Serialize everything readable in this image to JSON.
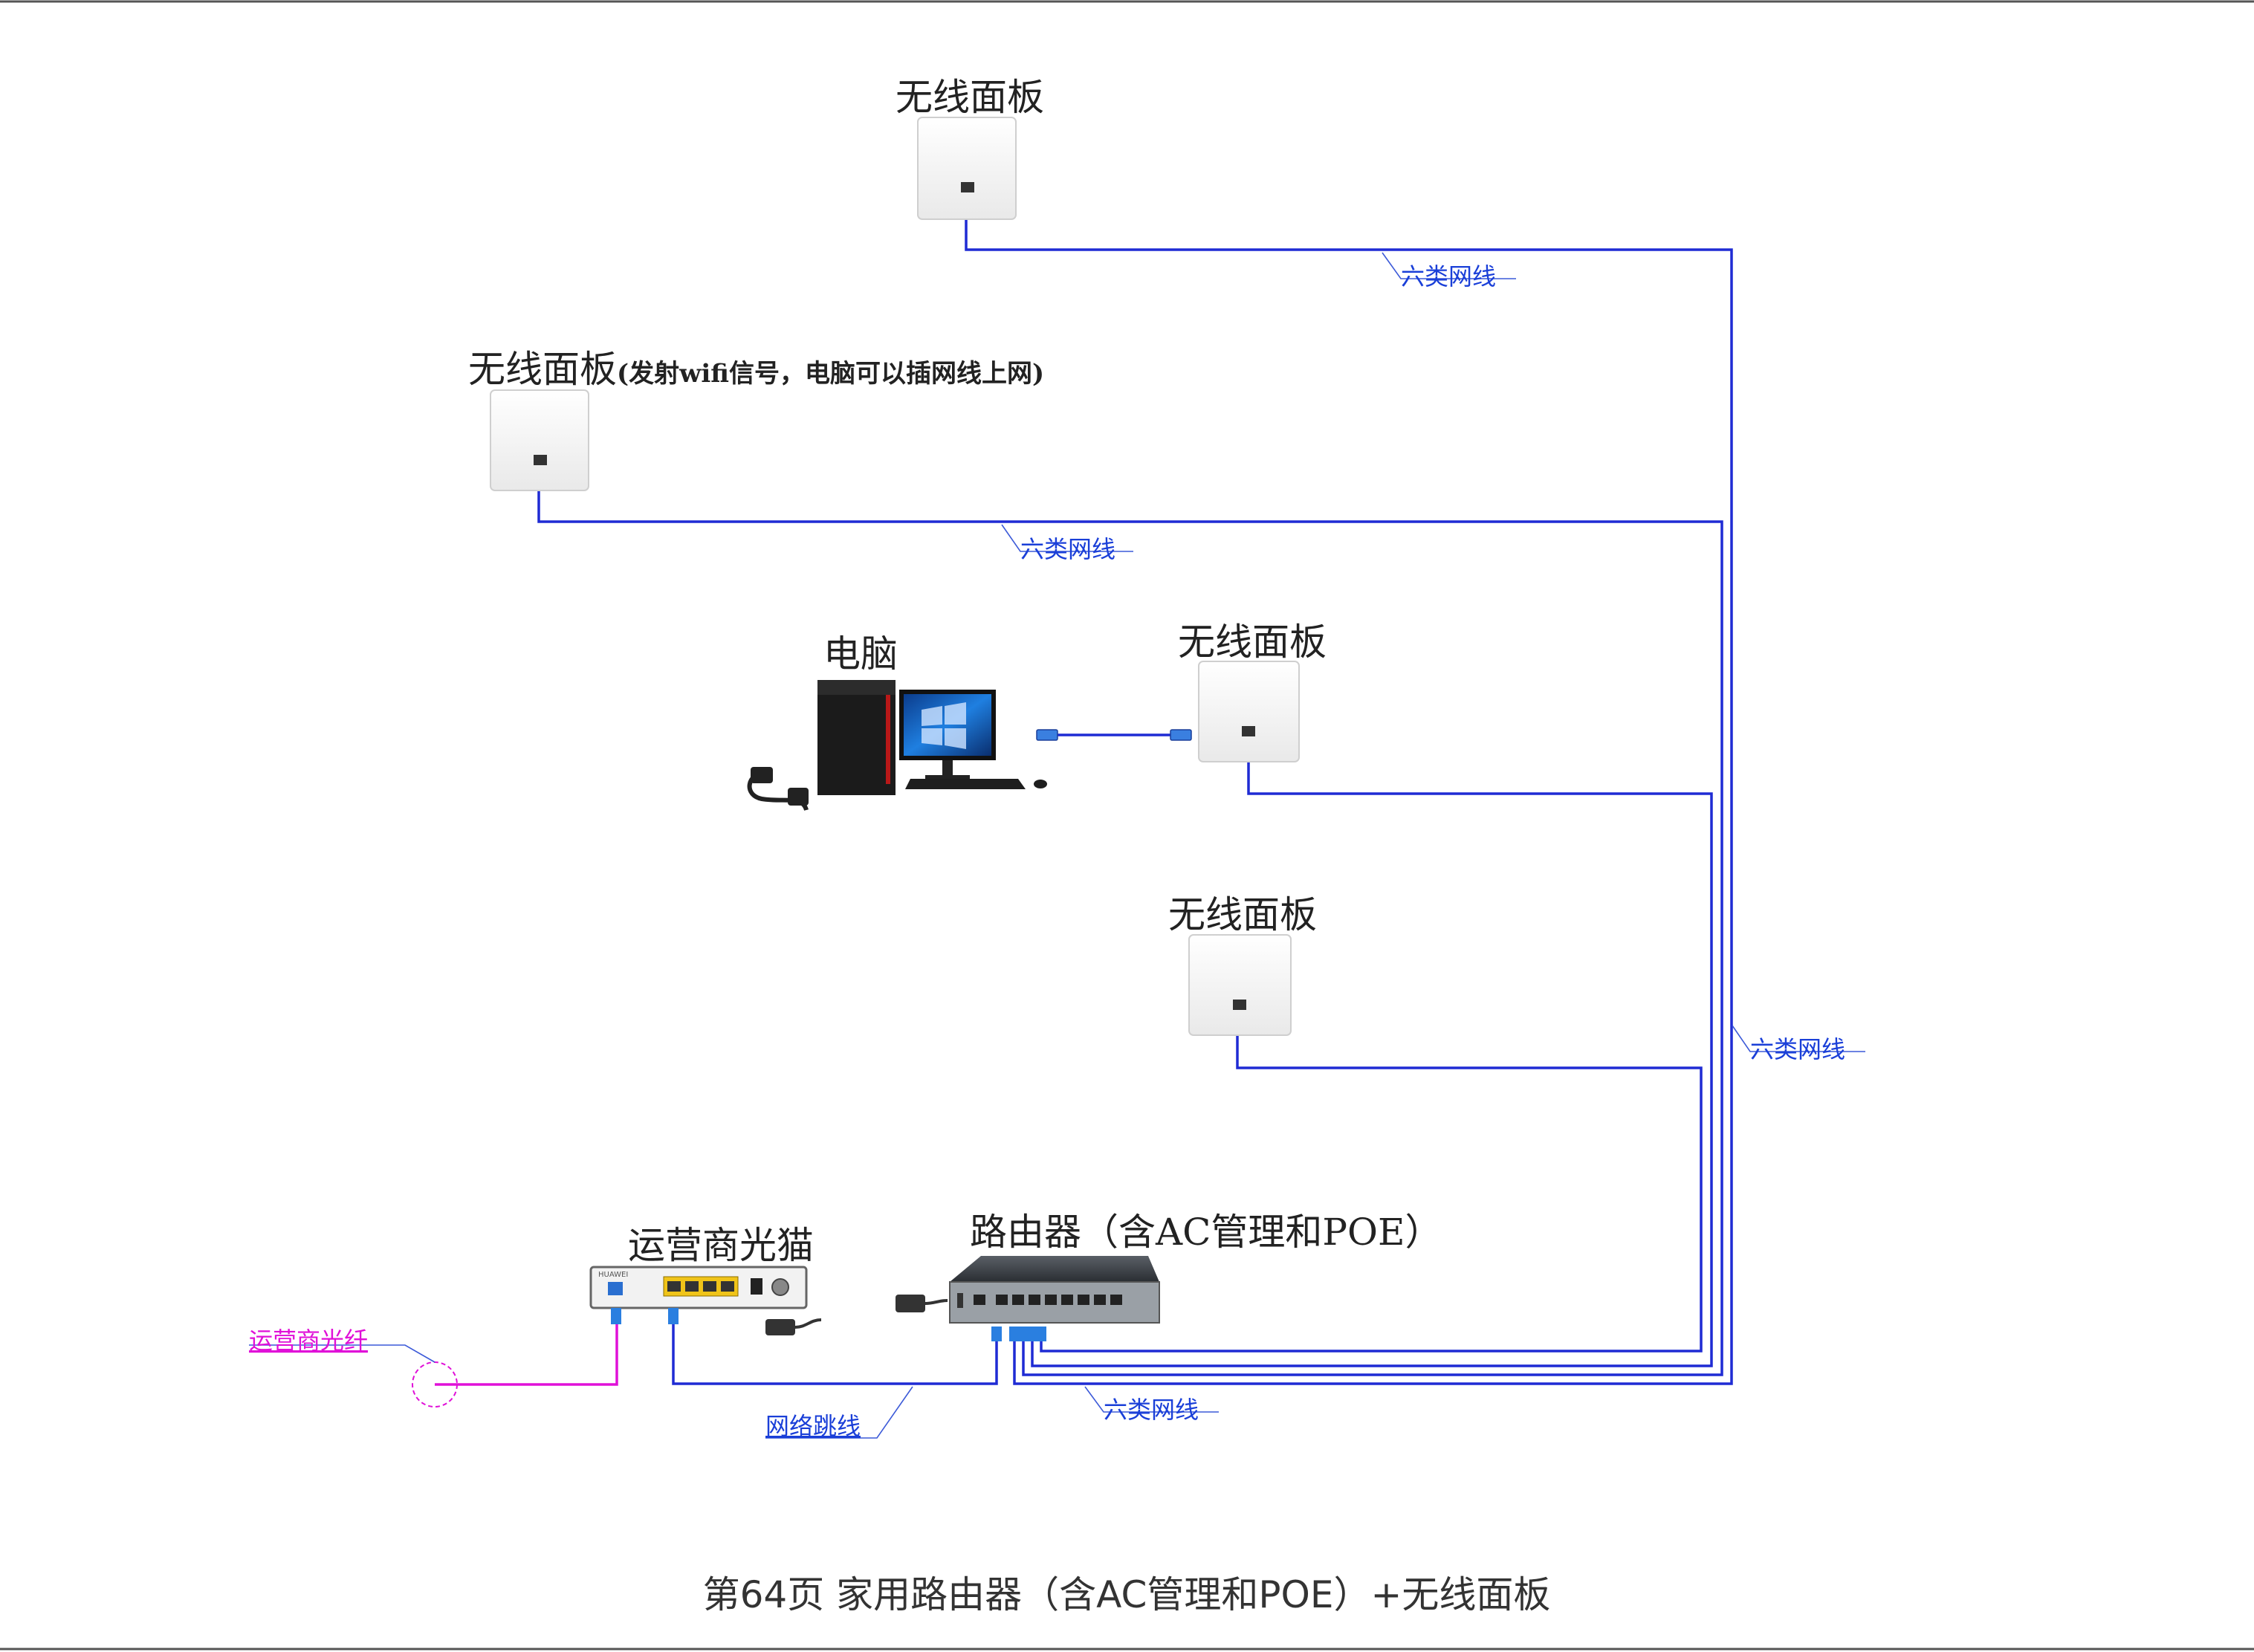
{
  "panels": [
    {
      "title": "无线面板",
      "note": ""
    },
    {
      "title": "无线面板",
      "note": "(发射wifi信号，电脑可以插网线上网)"
    },
    {
      "title": "无线面板",
      "note": ""
    },
    {
      "title": "无线面板",
      "note": ""
    }
  ],
  "computer": {
    "title": "电脑"
  },
  "modem": {
    "title": "运营商光猫",
    "brand": "HUAWEI"
  },
  "router": {
    "title": "路由器（含AC管理和POE）"
  },
  "cables": {
    "cat6_a": "六类网线",
    "cat6_b": "六类网线",
    "cat6_c": "六类网线",
    "cat6_d": "六类网线",
    "patch": "网络跳线",
    "fiber": "运营商光纤"
  },
  "colors": {
    "cable": "#1f2bd4",
    "fiber": "#e010d8",
    "label_blue": "#1a3fd8"
  },
  "caption": "第64页  家用路由器（含AC管理和POE）+无线面板"
}
